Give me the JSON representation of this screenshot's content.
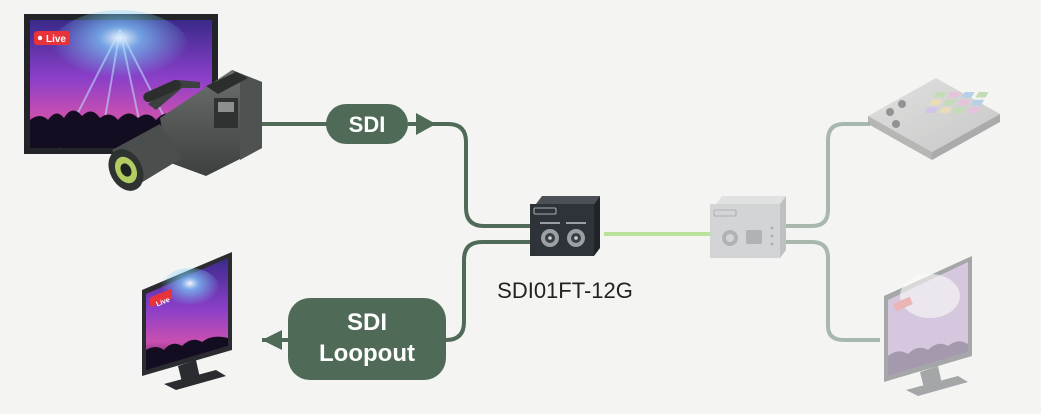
{
  "labels": {
    "live_badge_main": "Live",
    "live_badge_monitor": "Live",
    "sdi_input": "SDI",
    "sdi_loopout_line1": "SDI",
    "sdi_loopout_line2": "Loopout",
    "device_model": "SDI01FT-12G"
  },
  "colors": {
    "background": "#f4f4f2",
    "primary_cable": "#4f6b58",
    "faded_cable": "#a9b8ad",
    "fiber_link": "#b9e39a",
    "pill_fill": "#4f6b58",
    "pill_text": "#ffffff",
    "device_body": "#2d3338",
    "device_faded": "#cfd1d2",
    "live_badge": "#e8333a"
  },
  "icons": {
    "camera": "broadcast-camera-icon",
    "stage_display": "concert-display-icon",
    "loopout_monitor": "monitor-icon",
    "transmitter": "sdi-fiber-transmitter-icon",
    "receiver": "fiber-receiver-icon",
    "control_panel": "control-pad-icon",
    "output_monitor": "monitor-icon"
  }
}
